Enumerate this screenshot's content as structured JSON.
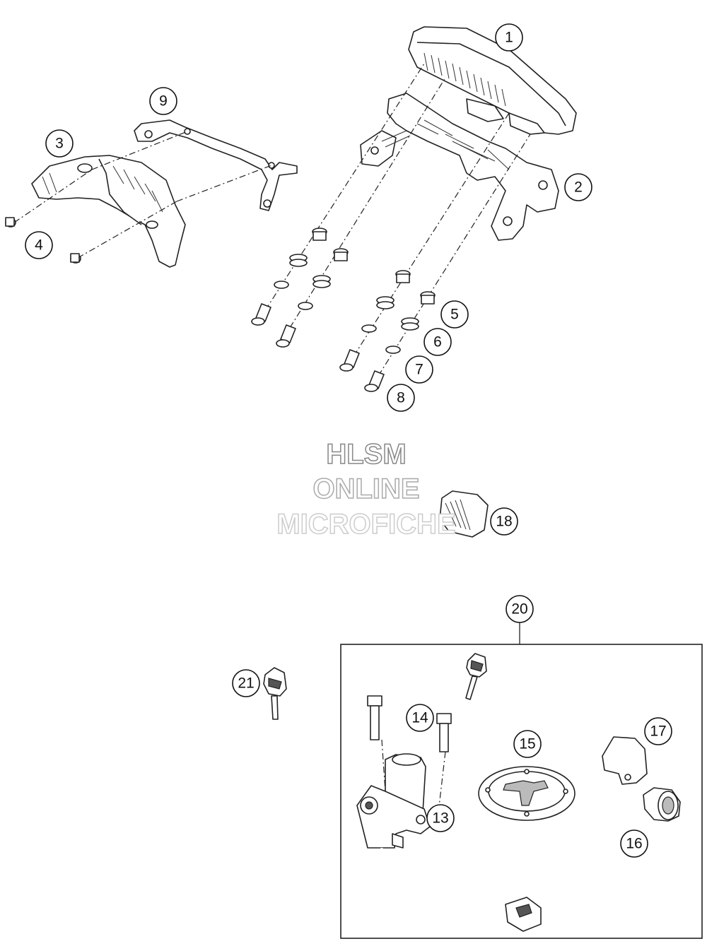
{
  "diagram": {
    "callouts": [
      "1",
      "2",
      "3",
      "4",
      "5",
      "6",
      "7",
      "8",
      "9",
      "13",
      "14",
      "15",
      "16",
      "17",
      "18",
      "20",
      "21"
    ],
    "watermark": [
      "HLSM",
      "ONLINE",
      "MICROFICHE"
    ]
  }
}
